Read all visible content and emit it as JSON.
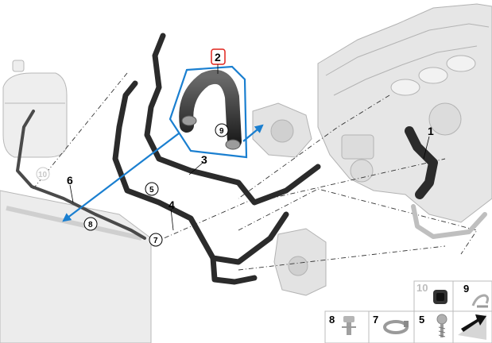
{
  "diagram": {
    "highlighted_part": "2",
    "callouts": [
      {
        "id": "c1",
        "label": "1"
      },
      {
        "id": "c2",
        "label": "2"
      },
      {
        "id": "c3",
        "label": "3"
      },
      {
        "id": "c4",
        "label": "4"
      },
      {
        "id": "c6",
        "label": "6"
      }
    ],
    "circled_callouts": [
      {
        "id": "k9",
        "label": "9"
      },
      {
        "id": "k5",
        "label": "5"
      },
      {
        "id": "k8",
        "label": "8"
      },
      {
        "id": "k7",
        "label": "7"
      },
      {
        "id": "k10",
        "label": "10"
      }
    ],
    "legend": [
      {
        "id": "l10",
        "label": "10",
        "icon": "rubber-grommet-icon",
        "muted": true
      },
      {
        "id": "l9",
        "label": "9",
        "icon": "hose-clip-icon",
        "muted": false
      },
      {
        "id": "l8",
        "label": "8",
        "icon": "snap-clip-icon",
        "muted": false
      },
      {
        "id": "l7",
        "label": "7",
        "icon": "hose-clamp-icon",
        "muted": false
      },
      {
        "id": "l5",
        "label": "5",
        "icon": "screw-icon",
        "muted": false
      },
      {
        "id": "l_arrow",
        "label": "",
        "icon": "direction-arrow-icon",
        "muted": false
      }
    ],
    "colors": {
      "highlight": "#1a7fd0",
      "hose": "#2b2b2b",
      "hose_light": "#5a5a5a",
      "part_gray": "#c9c9c9",
      "callout_border": "#e0231c"
    }
  }
}
